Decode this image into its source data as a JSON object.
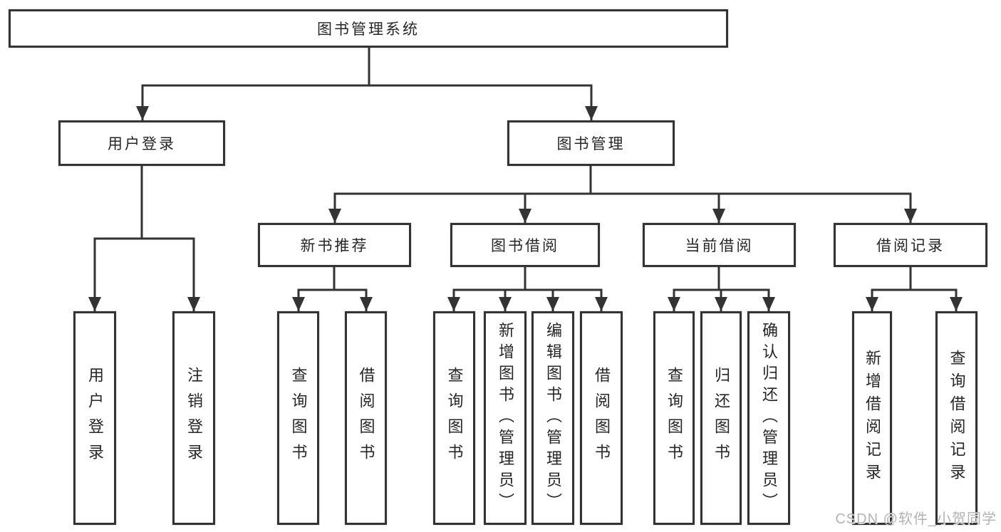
{
  "diagram_title": "图书管理系统",
  "nodes": {
    "root": "图书管理系统",
    "user_login": "用户登录",
    "book_mgmt": "图书管理",
    "new_book_rec": "新书推荐",
    "book_borrow": "图书借阅",
    "current_borrow": "当前借阅",
    "borrow_records": "借阅记录",
    "leaf_user_login": "用户登录",
    "leaf_logout": "注销登录",
    "leaf_query_book_1": "查询图书",
    "leaf_borrow_book_1": "借阅图书",
    "leaf_query_book_2": "查询图书",
    "leaf_add_book_admin": "新增图书（管理员）",
    "leaf_edit_book_admin": "编辑图书（管理员）",
    "leaf_borrow_book_2": "借阅图书",
    "leaf_query_book_3": "查询图书",
    "leaf_return_book": "归还图书",
    "leaf_confirm_return_admin": "确认归还（管理员）",
    "leaf_add_borrow_record": "新增借阅记录",
    "leaf_query_borrow_record": "查询借阅记录"
  },
  "hierarchy": {
    "图书管理系统": {
      "用户登录": [
        "用户登录",
        "注销登录"
      ],
      "图书管理": {
        "新书推荐": [
          "查询图书",
          "借阅图书"
        ],
        "图书借阅": [
          "查询图书",
          "新增图书（管理员）",
          "编辑图书（管理员）",
          "借阅图书"
        ],
        "当前借阅": [
          "查询图书",
          "归还图书",
          "确认归还（管理员）"
        ],
        "借阅记录": [
          "新增借阅记录",
          "查询借阅记录"
        ]
      }
    }
  },
  "colors": {
    "line": "#333333",
    "box_border": "#333333",
    "box_fill": "#ffffff",
    "text": "#262626",
    "watermark": "#b3b3b3"
  },
  "watermark": "CSDN @软件_小贺同学"
}
